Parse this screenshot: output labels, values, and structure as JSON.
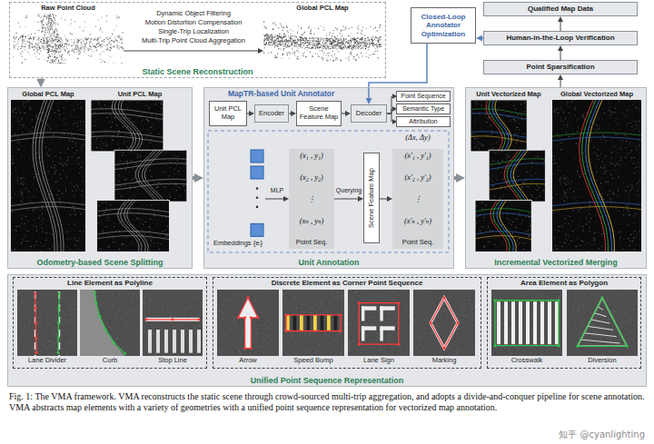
{
  "diagram": {
    "caption": "Fig. 1: The VMA framework. VMA reconstructs the static scene through crowd-sourced multi-trip aggregation, and adopts a divide-and-conquer pipeline for scene annotation. VMA abstracts map elements with a variety of geometries with a unified point sequence representation for vectorized map annotation.",
    "nodes": [
      {
        "text": [
          "Static Scene Reconstruction"
        ]
      },
      {
        "text": [
          "Raw Point Cloud"
        ],
        "in": 0
      },
      {
        "text": [
          "Global PCL Map"
        ],
        "in": 0
      },
      {
        "text": [
          "Closed-Loop Annotator Optimization"
        ]
      },
      {
        "text": [
          "Qualified Map Data"
        ]
      },
      {
        "text": [
          "Human-in-the-Loop Verification"
        ]
      },
      {
        "text": [
          "Point Sparsification"
        ]
      },
      {
        "text": [
          "Odometry-based Scene Splitting"
        ]
      },
      {
        "text": [
          "Global PCL Map"
        ],
        "in": 7
      },
      {
        "text": [
          "Unit PCL Map"
        ],
        "in": 7
      },
      {
        "text": [
          "MapTR-based Unit Annotator",
          "Unit Annotation"
        ]
      },
      {
        "text": [
          "Unit PCL Map"
        ],
        "in": 10
      },
      {
        "text": [
          "Encoder"
        ],
        "in": 10
      },
      {
        "text": [
          "Scene Feature Map"
        ],
        "in": 10
      },
      {
        "text": [
          "Decoder"
        ],
        "in": 10
      },
      {
        "text": [
          "Point Sequence"
        ],
        "in": 10
      },
      {
        "text": [
          "Semantic Type"
        ],
        "in": 10
      },
      {
        "text": [
          "Attribution"
        ],
        "in": 10
      },
      {
        "text": [
          "Embeddings {eᵢ}"
        ],
        "in": 10
      },
      {
        "text": [
          "(x₁ , y₁)",
          "(x₂ , y₂)",
          "⋮",
          "(xₙ , yₙ)",
          "Point Seq."
        ],
        "in": 10
      },
      {
        "text": [
          "Scene Feature Map"
        ],
        "in": 10
      },
      {
        "text": [
          "(x′₁ , y′₁)",
          "(x′₂ , y′₂)",
          "⋮",
          "(x′ₙ , y′ₙ)",
          "Point Seq."
        ],
        "in": 10
      },
      {
        "text": [
          "Incremental Vectorized Merging"
        ]
      },
      {
        "text": [
          "Unit Vectorized Map"
        ],
        "in": 22
      },
      {
        "text": [
          "Global Vectorized Map"
        ],
        "in": 22
      },
      {
        "text": [
          "Unified Point Sequence Representation"
        ]
      },
      {
        "text": [
          "Line Element as Polyline"
        ],
        "in": 25
      },
      {
        "text": [
          "Lane Divider"
        ],
        "in": 26
      },
      {
        "text": [
          "Curb"
        ],
        "in": 26
      },
      {
        "text": [
          "Stop Line"
        ],
        "in": 26
      },
      {
        "text": [
          "Discrete Element as Corner Point Sequence"
        ],
        "in": 25
      },
      {
        "text": [
          "Arrow"
        ],
        "in": 30
      },
      {
        "text": [
          "Speed Bump"
        ],
        "in": 30
      },
      {
        "text": [
          "Lane Sign"
        ],
        "in": 30
      },
      {
        "text": [
          "Marking"
        ],
        "in": 30
      },
      {
        "text": [
          "Area Element as Polygon"
        ],
        "in": 25
      },
      {
        "text": [
          "Crosswalk"
        ],
        "in": 35
      },
      {
        "text": [
          "Diversion"
        ],
        "in": 35
      }
    ],
    "edges": [
      {
        "from": 1,
        "to": 2,
        "arrow": "to"
      },
      {
        "from": 0,
        "to": 7,
        "arrow": "to"
      },
      {
        "from": 7,
        "to": 10,
        "arrow": "to"
      },
      {
        "from": 10,
        "to": 22,
        "arrow": "to"
      },
      {
        "from": 22,
        "to": 6,
        "arrow": "to"
      },
      {
        "from": 6,
        "to": 5,
        "arrow": "to"
      },
      {
        "from": 5,
        "to": 4,
        "arrow": "to"
      },
      {
        "from": 5,
        "to": 3,
        "arrow": "to"
      },
      {
        "from": 3,
        "to": 14,
        "arrow": "to"
      },
      {
        "from": 11,
        "to": 12,
        "arrow": "to"
      },
      {
        "from": 12,
        "to": 13,
        "arrow": "to"
      },
      {
        "from": 13,
        "to": 14,
        "arrow": "to"
      },
      {
        "from": 14,
        "to": 15,
        "arrow": "to"
      },
      {
        "from": 14,
        "to": 16,
        "arrow": "to"
      },
      {
        "from": 14,
        "to": 17,
        "arrow": "to"
      },
      {
        "from": 18,
        "to": 19,
        "label": "MLP",
        "arrow": "to"
      },
      {
        "from": 19,
        "to": 20,
        "label": "Querying",
        "arrow": "to"
      },
      {
        "from": 20,
        "to": 21,
        "arrow": "to"
      }
    ],
    "labels": [
      "Dynamic Object Filtering",
      "Motion Distortion Compensation",
      "Single-Trip Localization",
      "Multi-Trip Point Cloud Aggregation",
      "(Δx, Δy)",
      "知乎 @cyanlighting"
    ]
  }
}
